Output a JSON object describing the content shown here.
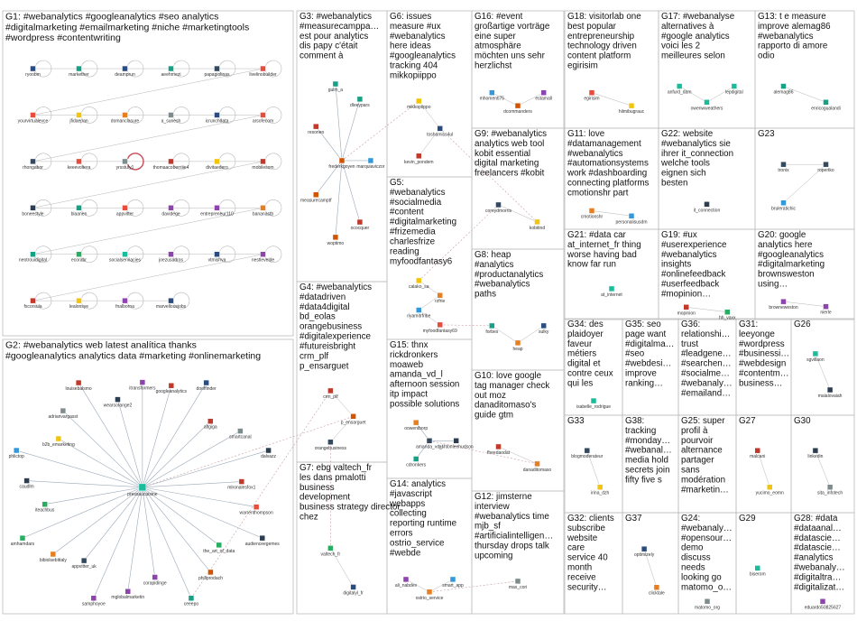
{
  "groups": [
    {
      "id": "G1",
      "lines": [
        "G1: #webanalytics #googleanalytics #seo analytics",
        "#digitalmarketing #emailmarketing #niche #marketingtools",
        "#wordpress #contentwriting"
      ],
      "nodes": [
        "ryoobm",
        "markether",
        "deamprun",
        "aeehrnezi",
        "papagiolinas",
        "livelinobuilder",
        "yourvirtualevce",
        "jfidaepan",
        "domanclasure",
        "a_sunesh",
        "icrunchdata",
        "arsofecom",
        "rhongabor",
        "keeevoltera",
        "yrsstuly1",
        "thomaacoberriiie4",
        "divitaedero",
        "mobilesom",
        "boneestyle",
        "blaanen",
        "appvitter",
        "davidege",
        "entrepreneur110",
        "bananastb",
        "neotrouidigital",
        "ecorabr",
        "socialserviacies",
        "joezusadros",
        "vtmishva",
        "nestlevelde",
        "fxcorsula",
        "lealonsye",
        "fnalborna",
        "marvellousjobs"
      ]
    },
    {
      "id": "G2",
      "lines": [
        "G2: #webanalytics web latest analítica thanks",
        "#googleanalytics analytics data #marketing #onlinemarketing"
      ],
      "nodes": [
        "pressaucuisine",
        "googleanalytics",
        "dooffinder",
        "altgiga",
        "smartcanal",
        "dalvazz",
        "mlronalesfox1",
        "warrenthompson",
        "audienceegemes",
        "the_art_of_data",
        "philiprodach",
        "ceeepo",
        "corapidinge",
        "mglobalmarketin",
        "samphoyoe",
        "appvitter_uk",
        "bibiolsebittaly",
        "amhamdars",
        "iteachbus",
        "caudlm",
        "phlictop",
        "b2b_emarketing",
        "adrianvargasst",
        "louisebalsmo",
        "wearsorange2",
        "itransformers"
      ]
    },
    {
      "id": "G3",
      "lines": [
        "G3: #webanalytics",
        "#measurecamppa…",
        "est pour analytics",
        "dis papy c'était",
        "comment à"
      ],
      "nodes": [
        "frederkgoyen",
        "ococquer",
        "woptimo",
        "measurecamptf",
        "resoneo",
        "gulm_a",
        "dleeypars",
        "marquiaviczor"
      ]
    },
    {
      "id": "G4",
      "lines": [
        "G4: #webanalytics",
        "#datadriven",
        "#data4digital",
        "bd_eolas",
        "orangebusiness",
        "#digitalexperience",
        "#futureisbright",
        "crm_plf",
        "p_ensarguet"
      ],
      "nodes": [
        "crm_plf",
        "p_ensarguet",
        "orangebusiness"
      ]
    },
    {
      "id": "G5",
      "lines": [
        "G5:",
        "#webanalytics",
        "#socialmedia",
        "#content",
        "#digitalmarketing",
        "#frizemedia",
        "charlesfrize",
        "reading",
        "myfoodfantasy6"
      ],
      "nodes": [
        "calako_sa",
        "rzfrie",
        "riyamitrfribe",
        "myfoodfantasy69"
      ]
    },
    {
      "id": "G6",
      "lines": [
        "G6: issues",
        "measure #ux",
        "#webanalytics",
        "here ideas",
        "#googleanalytics",
        "tracking 404",
        "mikkopiippo"
      ],
      "nodes": [
        "mikkopiippo",
        "toshamiss4ul",
        "kevin_pondem"
      ]
    },
    {
      "id": "G7",
      "lines": [
        "G7: ebg valtech_fr",
        "les dans pmalotti",
        "business",
        "development",
        "business strategy director",
        "chez"
      ],
      "nodes": [
        "valtech_fr",
        "digitalyl_fr"
      ]
    },
    {
      "id": "G8",
      "lines": [
        "G8: heap",
        "#analytics",
        "#productanalytics",
        "#webanalytics",
        "paths"
      ],
      "nodes": [
        "forbes",
        "heap",
        "sulky"
      ]
    },
    {
      "id": "G9",
      "lines": [
        "G9: #webanalytics",
        "analytics web tool",
        "kobit essential",
        "digital marketing",
        "freelancers #kobit"
      ],
      "nodes": [
        "coreydmorris",
        "kobitind"
      ]
    },
    {
      "id": "G10",
      "lines": [
        "G10: love google",
        "tag manager check",
        "out moz",
        "danaditomaso's",
        "guide gtm"
      ],
      "nodes": [
        "fheedaodat",
        "danaditomaso"
      ]
    },
    {
      "id": "G11",
      "lines": [
        "G11: love",
        "#datamanagement",
        "#webanalytics",
        "#automationsystems",
        "work #dashboarding",
        "connecting platforms",
        "cmotionshr part"
      ],
      "nodes": [
        "cmotionshr",
        "personalisusdm"
      ]
    },
    {
      "id": "G12",
      "lines": [
        "G12: jimsterne",
        "interview",
        "#webanalytics time",
        "mjb_sf",
        "#artificialintelligen…",
        "thursday drops talk",
        "upcoming"
      ],
      "nodes": [
        "max_cori"
      ]
    },
    {
      "id": "G13",
      "lines": [
        "G13: t e measure",
        "improve alemag86",
        "#webanalytics",
        "rapporto di amore",
        "odio"
      ],
      "nodes": [
        "alemag86",
        "enricogualandi"
      ]
    },
    {
      "id": "G14",
      "lines": [
        "G14: analytics",
        "#javascript",
        "webapps",
        "collecting",
        "reporting runtime",
        "errors",
        "ostrio_service",
        "#webde"
      ],
      "nodes": [
        "ali_nabdev",
        "ostrio_service",
        "smart_app"
      ]
    },
    {
      "id": "G15",
      "lines": [
        "G15: thnx",
        "rickdronkers",
        "moaweb",
        "amanda_vd_l",
        "afternoon session",
        "itp impact",
        "possible solutions"
      ],
      "nodes": [
        "amanda_vd_l",
        "cdronkers",
        "ooweniborp",
        "ashtonleehudson"
      ]
    },
    {
      "id": "G16",
      "lines": [
        "G16: #event",
        "großartige vorträge",
        "eine super",
        "atmosphäre",
        "möchten uns sehr",
        "herzlichst"
      ],
      "nodes": [
        "mhomenti75",
        "dcommanders",
        "estamall"
      ]
    },
    {
      "id": "G17",
      "lines": [
        "G17: #webanalyse",
        "alternatives à",
        "#google analytics",
        "voici les 2",
        "meilleures selon"
      ],
      "nodes": [
        "anfurd_dam",
        "owenwweathers",
        "lepdigital"
      ]
    },
    {
      "id": "G18",
      "lines": [
        "G18: visitorlab one",
        "best popular",
        "entrepreneurship",
        "technology driven",
        "content platform",
        "egirisim"
      ],
      "nodes": [
        "egirisim",
        "hilmibugrauc"
      ]
    },
    {
      "id": "G19",
      "lines": [
        "G19: #ux",
        "#userexperience",
        "#webanalytics",
        "insights",
        "#onlinefeedback",
        "#userfeedback",
        "#mopinion…"
      ],
      "nodes": [
        "mopinion",
        "hh_vaxx"
      ]
    },
    {
      "id": "G20",
      "lines": [
        "G20: google",
        "analytics here",
        "#googleanalytics",
        "#digitalmarketing",
        "brownsweston",
        "using…"
      ],
      "nodes": [
        "browneweston",
        "nierle"
      ]
    },
    {
      "id": "G21",
      "lines": [
        "G21: #data car",
        "at_internet_fr thing",
        "worse having bad",
        "know far run"
      ],
      "nodes": [
        "at_internet"
      ]
    },
    {
      "id": "G22",
      "lines": [
        "G22: website",
        "#webanalytics sie",
        "ihrer it_connection",
        "welche tools",
        "eignen sich",
        "besten"
      ],
      "nodes": [
        "it_connection"
      ]
    },
    {
      "id": "G23",
      "lines": [
        "G23"
      ],
      "nodes": [
        "tronix",
        "ropertko",
        "bruleratichic"
      ]
    },
    {
      "id": "G24",
      "lines": [
        "G24:",
        "#webanaly…",
        "#opensour…",
        "demo",
        "discuss",
        "needs",
        "looking go",
        "matomo_o…"
      ],
      "nodes": [
        "matomo_org"
      ]
    },
    {
      "id": "G25",
      "lines": [
        "G25: super",
        "profil à",
        "pourvoir",
        "alternance",
        "partager",
        "sans",
        "modération",
        "#marketin…"
      ],
      "nodes": []
    },
    {
      "id": "G26",
      "lines": [
        "G26"
      ],
      "nodes": [
        "sgvillaon",
        "maialovaiah"
      ]
    },
    {
      "id": "G27",
      "lines": [
        "G27"
      ],
      "nodes": [
        "malcani",
        "yucimo_eomn"
      ]
    },
    {
      "id": "G28",
      "lines": [
        "G28: #data",
        "#dataanal…",
        "#datascie…",
        "#datascie…",
        "#analytics",
        "#webanaly…",
        "#digitaltra…",
        "#digitalizat…"
      ],
      "nodes": [
        "eduardo50825627"
      ]
    },
    {
      "id": "G29",
      "lines": [
        "G29"
      ],
      "nodes": [
        "biserom"
      ]
    },
    {
      "id": "G30",
      "lines": [
        "G30"
      ],
      "nodes": [
        "linkedin",
        "sita_infotech"
      ]
    },
    {
      "id": "G31",
      "lines": [
        "G31:",
        "leeyonge",
        "#wordpress",
        "#businessi…",
        "#webdesign",
        "#contentm…",
        "business…"
      ],
      "nodes": []
    },
    {
      "id": "G32",
      "lines": [
        "G32: clients",
        "subscribe",
        "website",
        "care",
        "service 40",
        "month",
        "receive",
        "security…"
      ],
      "nodes": []
    },
    {
      "id": "G33",
      "lines": [
        "G33"
      ],
      "nodes": [
        "blogmoderateur",
        "irina_dzh"
      ]
    },
    {
      "id": "G34",
      "lines": [
        "G34: des",
        "plaidoyer",
        "faveur",
        "métiers",
        "digital et",
        "contre ceux",
        "qui les"
      ],
      "nodes": [
        "isabelle_rodrigue"
      ]
    },
    {
      "id": "G35",
      "lines": [
        "G35: seo",
        "page want",
        "#digitalma…",
        "#seo",
        "#webdesi…",
        "improve",
        "ranking…"
      ],
      "nodes": []
    },
    {
      "id": "G36",
      "lines": [
        "G36:",
        "relationshi…",
        "trust",
        "#leadgene…",
        "#searchen…",
        "#socialme…",
        "#webanaly…",
        "#emailand…"
      ],
      "nodes": []
    },
    {
      "id": "G37",
      "lines": [
        "G37"
      ],
      "nodes": [
        "optimizely",
        "clicktale"
      ]
    },
    {
      "id": "G38",
      "lines": [
        "G38:",
        "tracking",
        "#monday…",
        "#webanal…",
        "media hold",
        "secrets join",
        "fifty five s"
      ],
      "nodes": []
    }
  ]
}
